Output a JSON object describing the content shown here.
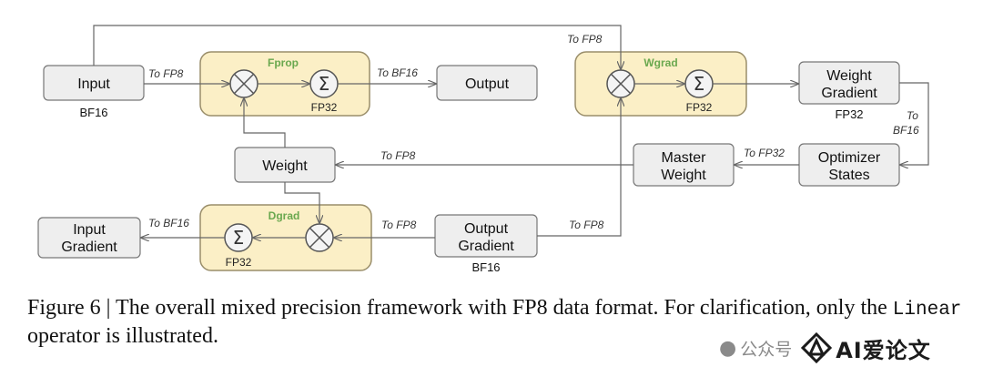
{
  "diagram": {
    "groups": {
      "fprop": {
        "label": "Fprop"
      },
      "wgrad": {
        "label": "Wgrad"
      },
      "dgrad": {
        "label": "Dgrad"
      }
    },
    "nodes": {
      "input": {
        "label": "Input",
        "dtype": "BF16"
      },
      "output": {
        "label": "Output"
      },
      "weight": {
        "label": "Weight"
      },
      "input_gradient": {
        "label": "Input Gradient"
      },
      "output_gradient": {
        "label": "Output Gradient",
        "dtype": "BF16"
      },
      "weight_gradient": {
        "label": "Weight Gradient",
        "dtype": "FP32"
      },
      "master_weight": {
        "label": "Master Weight"
      },
      "optimizer_states": {
        "label": "Optimizer States"
      }
    },
    "operators": {
      "multiply_symbol": "⊗",
      "sum_symbol": "Σ",
      "sum_dtype": "FP32"
    },
    "edge_labels": {
      "input_to_fprop": "To FP8",
      "fprop_to_output": "To BF16",
      "input_to_wgrad": "To FP8",
      "wgrad_grad_to_bf16": "To BF16",
      "master_to_weight": "To FP8",
      "optimizer_to_master": "To FP32",
      "outgrad_to_dgrad": "To FP8",
      "outgrad_to_wgrad": "To FP8",
      "dgrad_to_inputgrad": "To BF16"
    }
  },
  "caption": {
    "text_part1": "Figure 6 | The overall mixed precision framework with FP8 data format. For clarification, only the ",
    "code": "Linear",
    "text_part2": " operator is illustrated."
  },
  "watermark": {
    "wechat": "公众号",
    "brand": "AI爱论文"
  },
  "colors": {
    "group_fill": "#fbefc6",
    "group_stroke": "#9a8e6a",
    "group_label": "#6aa84f",
    "node_fill": "#eeeeee",
    "node_stroke": "#777777",
    "edge": "#666666"
  }
}
